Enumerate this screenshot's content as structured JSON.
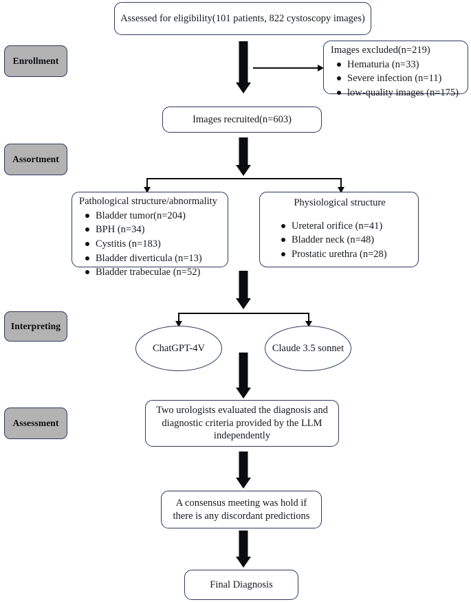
{
  "diagram": {
    "title": "Study flowchart for cystoscopy image assessment",
    "colors": {
      "border": "#2b3a5c",
      "stage_fill": "#b3b3b3",
      "arrow": "#0b0c10",
      "text": "#16181d"
    },
    "stages": [
      {
        "label": "Enrollment"
      },
      {
        "label": "Assortment"
      },
      {
        "label": "Interpreting"
      },
      {
        "label": "Assessment"
      }
    ],
    "nodes": {
      "assessed": {
        "text": "Assessed for eligibility(101 patients, 822 cystoscopy images)"
      },
      "excluded": {
        "title": "Images excluded(n=219)",
        "items": [
          "Hematuria (n=33)",
          "Severe infection (n=11)",
          "low-quality images (n=175)"
        ]
      },
      "recruited": {
        "text": "Images recruited(n=603)"
      },
      "pathological": {
        "title": "Pathological structure/abnormality",
        "items": [
          "Bladder tumor(n=204)",
          "BPH (n=34)",
          "Cystitis (n=183)",
          "Bladder diverticula (n=13)",
          "Bladder trabeculae (n=52)"
        ]
      },
      "physiological": {
        "title": "Physiological structure",
        "items": [
          "Ureteral orifice (n=41)",
          "Bladder neck (n=48)",
          "Prostatic urethra (n=28)"
        ]
      },
      "model_left": {
        "text": "ChatGPT-4V"
      },
      "model_right": {
        "text": "Claude 3.5 sonnet"
      },
      "evaluation": {
        "text": "Two urologists evaluated the diagnosis and diagnostic criteria provided by the LLM independently"
      },
      "consensus": {
        "text": "A consensus meeting was hold if there is any discordant predictions"
      },
      "final": {
        "text": "Final Diagnosis"
      }
    }
  }
}
